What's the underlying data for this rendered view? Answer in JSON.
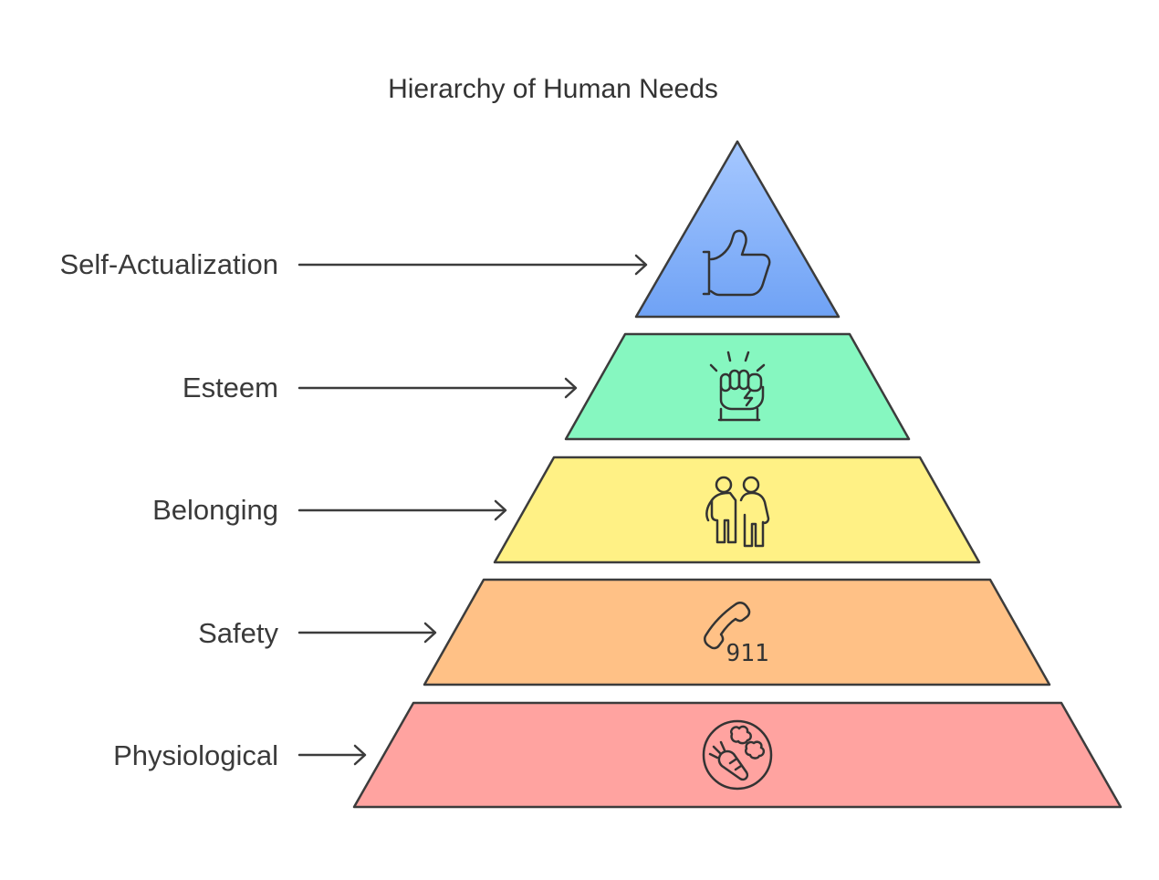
{
  "diagram": {
    "title": "Hierarchy of Human Needs",
    "levels": [
      {
        "label": "Self-Actualization",
        "color": "#8ab4f8",
        "icon": "thumbs-up-icon"
      },
      {
        "label": "Esteem",
        "color": "#86f7c0",
        "icon": "raised-fist-icon"
      },
      {
        "label": "Belonging",
        "color": "#fff185",
        "icon": "two-people-icon"
      },
      {
        "label": "Safety",
        "color": "#ffc186",
        "icon": "emergency-phone-icon",
        "badge": "911"
      },
      {
        "label": "Physiological",
        "color": "#ffa3a0",
        "icon": "food-plate-icon"
      }
    ]
  }
}
